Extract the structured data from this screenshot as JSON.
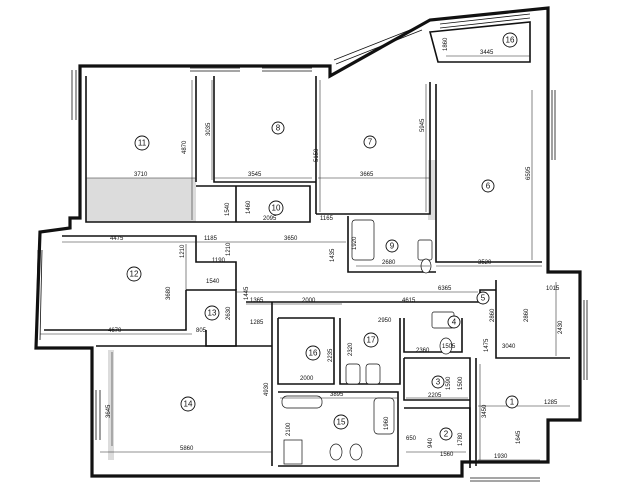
{
  "rooms": [
    {
      "id": "1",
      "label": "1"
    },
    {
      "id": "2",
      "label": "2"
    },
    {
      "id": "3",
      "label": "3"
    },
    {
      "id": "4",
      "label": "4"
    },
    {
      "id": "5",
      "label": "5"
    },
    {
      "id": "6",
      "label": "6"
    },
    {
      "id": "7",
      "label": "7"
    },
    {
      "id": "8",
      "label": "8"
    },
    {
      "id": "9",
      "label": "9"
    },
    {
      "id": "10",
      "label": "10"
    },
    {
      "id": "11",
      "label": "11"
    },
    {
      "id": "12",
      "label": "12"
    },
    {
      "id": "13",
      "label": "13"
    },
    {
      "id": "14",
      "label": "14"
    },
    {
      "id": "15",
      "label": "15"
    },
    {
      "id": "16a",
      "label": "16"
    },
    {
      "id": "16b",
      "label": "16"
    },
    {
      "id": "17",
      "label": "17"
    }
  ],
  "dimensions": [
    "1860",
    "3445",
    "4870",
    "3035",
    "5150",
    "5945",
    "6595",
    "3710",
    "3545",
    "3665",
    "1540",
    "1460",
    "2095",
    "1165",
    "1185",
    "4475",
    "1210",
    "3650",
    "1210",
    "1435",
    "1920",
    "2680",
    "3520",
    "1190",
    "1540",
    "1445",
    "3680",
    "1365",
    "2000",
    "4615",
    "6365",
    "1015",
    "2630",
    "1285",
    "4670",
    "805",
    "2860",
    "2860",
    "2430",
    "2950",
    "1475",
    "1505",
    "3040",
    "2320",
    "2235",
    "1500",
    "2000",
    "3895",
    "4930",
    "3645",
    "1590",
    "2205",
    "3450",
    "1285",
    "1960",
    "1780",
    "2100",
    "650",
    "940",
    "1560",
    "1930",
    "1645",
    "5860",
    "2360"
  ]
}
